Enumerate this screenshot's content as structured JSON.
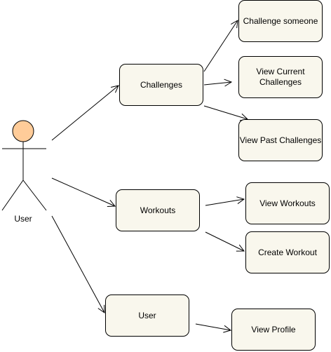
{
  "colors": {
    "node_fill": "#f9f7ed",
    "actor_head_fill": "#ffcc99",
    "stroke": "#000000"
  },
  "actor": {
    "label": "User"
  },
  "nodes": {
    "challenges": "Challenges",
    "workouts": "Workouts",
    "user": "User",
    "challenge_someone": "Challenge someone",
    "view_current_challenges": "View Current Challenges",
    "view_past_challenges": "View Past Challenges",
    "view_workouts": "View Workouts",
    "create_workout": "Create Workout",
    "view_profile": "View Profile"
  }
}
